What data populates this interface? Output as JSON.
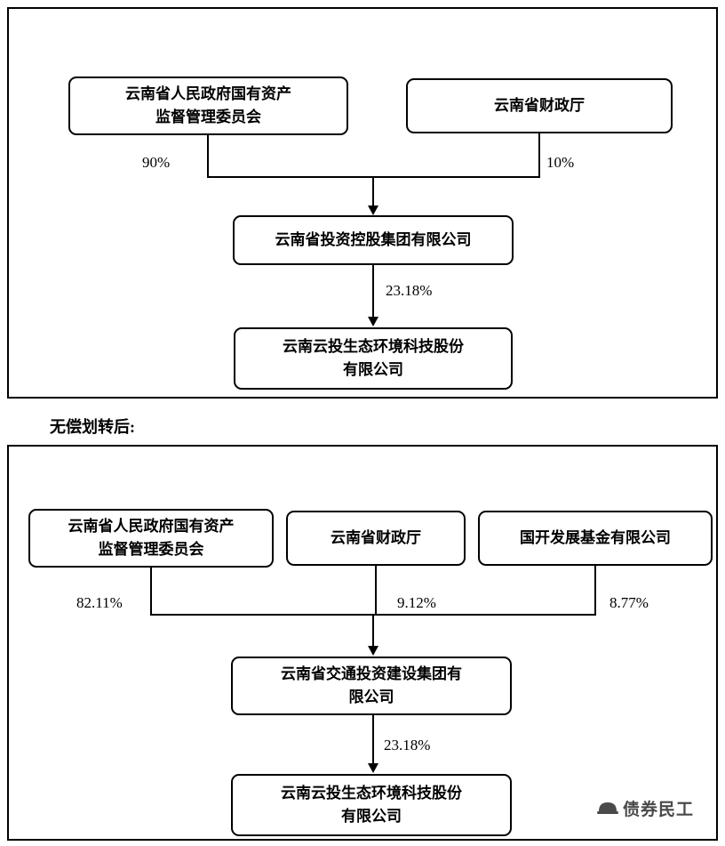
{
  "caption": "无偿划转后:",
  "before": {
    "parent1": {
      "lines": [
        "云南省人民政府国有资产",
        "监督管理委员会"
      ],
      "share": "90%"
    },
    "parent2": {
      "lines": [
        "云南省财政厅"
      ],
      "share": "10%"
    },
    "holding": {
      "lines": [
        "云南省投资控股集团有限公司"
      ],
      "share": "23.18%"
    },
    "subsidiary": {
      "lines": [
        "云南云投生态环境科技股份",
        "有限公司"
      ]
    }
  },
  "after": {
    "parent1": {
      "lines": [
        "云南省人民政府国有资产",
        "监督管理委员会"
      ],
      "share": "82.11%"
    },
    "parent2": {
      "lines": [
        "云南省财政厅"
      ],
      "share": "9.12%"
    },
    "parent3": {
      "lines": [
        "国开发展基金有限公司"
      ],
      "share": "8.77%"
    },
    "holding": {
      "lines": [
        "云南省交通投资建设集团有",
        "限公司"
      ],
      "share": "23.18%"
    },
    "subsidiary": {
      "lines": [
        "云南云投生态环境科技股份",
        "有限公司"
      ]
    }
  },
  "watermark": {
    "text": "债券民工"
  },
  "colors": {
    "line": "#000000",
    "watermark": "#4a4a4a"
  }
}
